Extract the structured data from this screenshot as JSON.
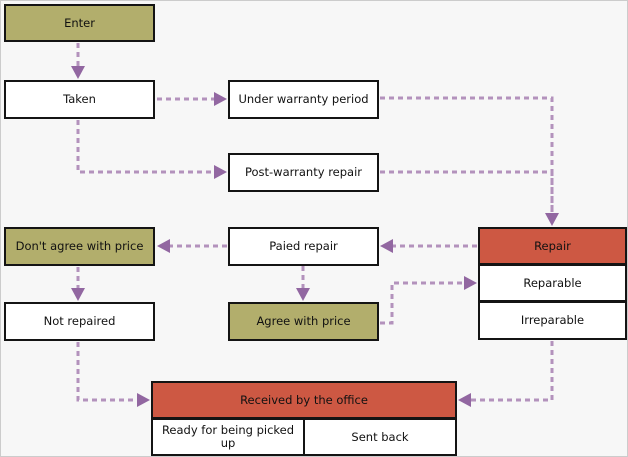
{
  "diagram": {
    "description": "Repair workflow flowchart",
    "nodes": {
      "enter": {
        "label": "Enter"
      },
      "taken": {
        "label": "Taken"
      },
      "under_warrantyticket": {
        "label": "Under warranty period"
      },
      "post_warranty": {
        "label": "Post-warranty repair"
      },
      "dont_agree": {
        "label": "Don't agree with price"
      },
      "paied_repair": {
        "label": "Paied repair"
      },
      "repair": {
        "label": "Repair"
      },
      "reparable": {
        "label": "Reparable"
      },
      "irreparable": {
        "label": "Irreparable"
      },
      "not_repaired": {
        "label": "Not repaired"
      },
      "agree": {
        "label": "Agree with price"
      },
      "received": {
        "label": "Received by the office"
      },
      "ready": {
        "label": "Ready for being picked up"
      },
      "sent_back": {
        "label": "Sent back"
      }
    },
    "edges": [
      "Enter -> Taken",
      "Taken -> Under warranty period",
      "Taken -> Post-warranty repair",
      "Under warranty period -> Repair",
      "Post-warranty repair -> Repair",
      "Repair -> Paied repair",
      "Paied repair -> Don't agree with price",
      "Paied repair -> Agree with price",
      "Don't agree with price -> Not repaired",
      "Agree with price -> Reparable",
      "Irreparable -> Received by the office",
      "Not repaired -> Received by the office"
    ],
    "colors": {
      "olive_node": "#b2ae6c",
      "red_node": "#cd5843",
      "white_node": "#ffffff",
      "node_border": "#141414",
      "arrow_line": "#b392bc",
      "arrow_head": "#9267a1",
      "background": "#f7f7f7"
    }
  }
}
